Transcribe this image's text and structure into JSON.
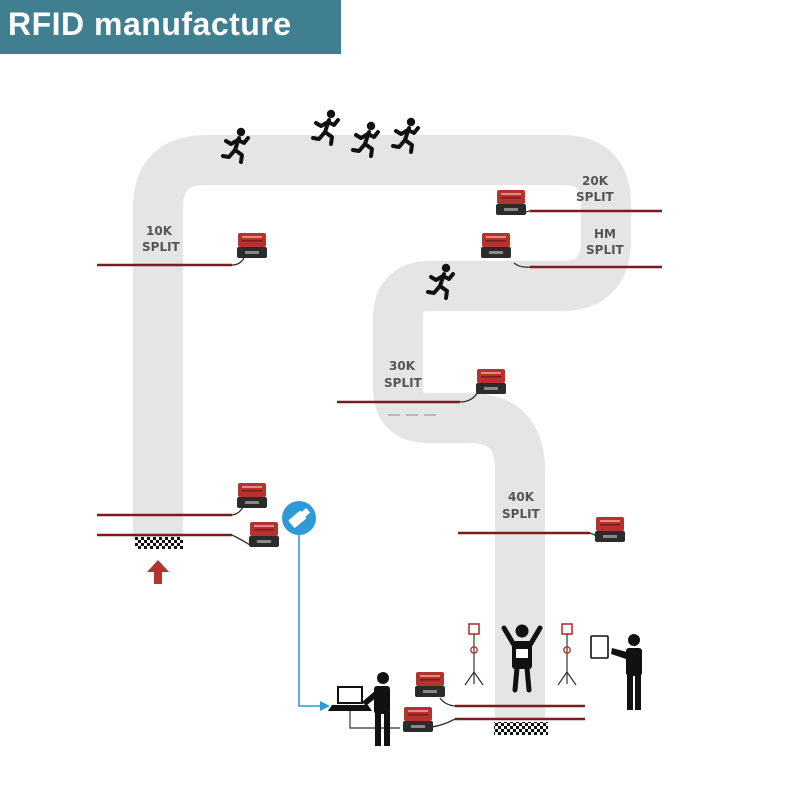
{
  "banner": {
    "title": "RFID manufacture",
    "background_color": "#3f7f8f"
  },
  "colors": {
    "track": "#e5e5e5",
    "timing_line": "#7a1c1c",
    "reader_body": "#b5332e",
    "connection_line": "#2e9bd6"
  },
  "splits": [
    {
      "line1": "10K",
      "line2": "SPLIT"
    },
    {
      "line1": "20K",
      "line2": "SPLIT"
    },
    {
      "line1": "HM",
      "line2": "SPLIT"
    },
    {
      "line1": "30K",
      "line2": "SPLIT"
    },
    {
      "line1": "40K",
      "line2": "SPLIT"
    }
  ],
  "icons": {
    "runner": "runner-icon",
    "reader": "rfid-reader-icon",
    "usb": "usb-icon",
    "laptop": "laptop-icon",
    "operator": "operator-icon",
    "finisher": "finisher-icon",
    "antenna": "antenna-icon",
    "tablet": "tablet-icon",
    "arrow": "start-arrow-icon",
    "checkered_mat": "timing-mat-icon"
  }
}
